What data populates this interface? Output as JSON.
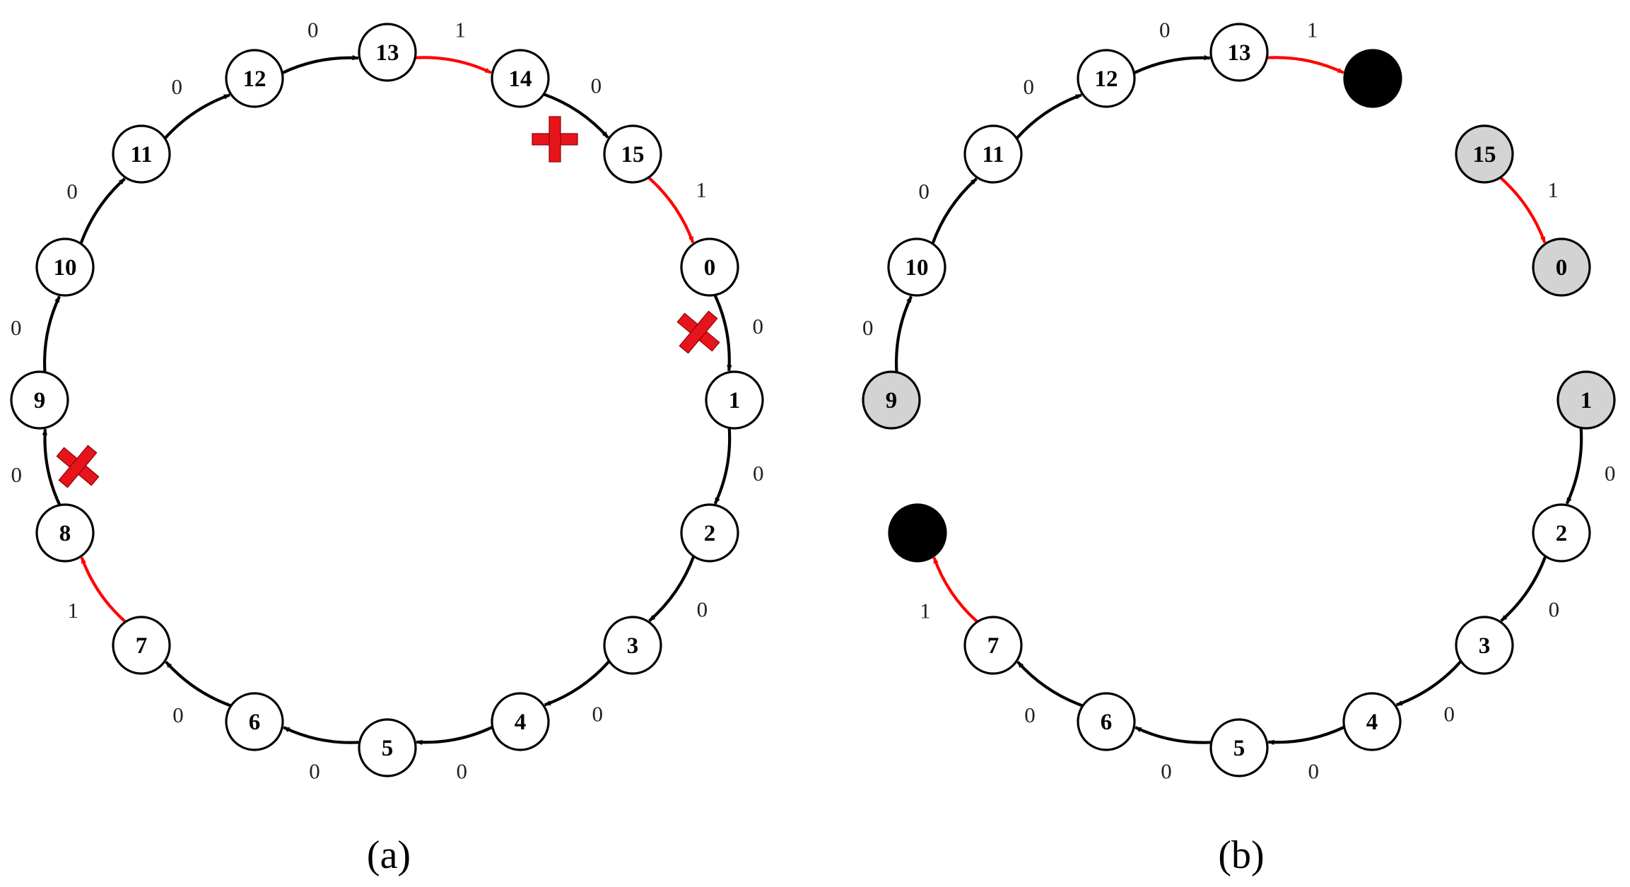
{
  "colors": {
    "black": "#000000",
    "red": "#ff0000",
    "white": "#ffffff",
    "grey": "#d3d3d3",
    "mark_red": "#e8141c"
  },
  "panel_a": {
    "caption": "(a)",
    "nodes": [
      {
        "label": "0"
      },
      {
        "label": "1"
      },
      {
        "label": "2"
      },
      {
        "label": "3"
      },
      {
        "label": "4"
      },
      {
        "label": "5"
      },
      {
        "label": "6"
      },
      {
        "label": "7"
      },
      {
        "label": "8"
      },
      {
        "label": "9"
      },
      {
        "label": "10"
      },
      {
        "label": "11"
      },
      {
        "label": "12"
      },
      {
        "label": "13"
      },
      {
        "label": "14"
      },
      {
        "label": "15"
      }
    ],
    "edges": [
      {
        "from": "0",
        "to": "1",
        "label": "0",
        "color": "black"
      },
      {
        "from": "1",
        "to": "2",
        "label": "0",
        "color": "black"
      },
      {
        "from": "2",
        "to": "3",
        "label": "0",
        "color": "black"
      },
      {
        "from": "3",
        "to": "4",
        "label": "0",
        "color": "black"
      },
      {
        "from": "4",
        "to": "5",
        "label": "0",
        "color": "black"
      },
      {
        "from": "5",
        "to": "6",
        "label": "0",
        "color": "black"
      },
      {
        "from": "6",
        "to": "7",
        "label": "0",
        "color": "black"
      },
      {
        "from": "7",
        "to": "8",
        "label": "1",
        "color": "red"
      },
      {
        "from": "8",
        "to": "9",
        "label": "0",
        "color": "black"
      },
      {
        "from": "9",
        "to": "10",
        "label": "0",
        "color": "black"
      },
      {
        "from": "10",
        "to": "11",
        "label": "0",
        "color": "black"
      },
      {
        "from": "11",
        "to": "12",
        "label": "0",
        "color": "black"
      },
      {
        "from": "12",
        "to": "13",
        "label": "0",
        "color": "black"
      },
      {
        "from": "13",
        "to": "14",
        "label": "1",
        "color": "red"
      },
      {
        "from": "14",
        "to": "15",
        "label": "0",
        "color": "black"
      },
      {
        "from": "15",
        "to": "0",
        "label": "1",
        "color": "red"
      }
    ],
    "marks": [
      {
        "type": "cross",
        "on_edge": "0-1"
      },
      {
        "type": "cross",
        "on_edge": "8-9"
      },
      {
        "type": "plus",
        "on_edge": "14-15"
      }
    ]
  },
  "panel_b": {
    "caption": "(b)",
    "nodes": [
      {
        "label": "0",
        "fill": "grey"
      },
      {
        "label": "1",
        "fill": "grey"
      },
      {
        "label": "2",
        "fill": "white"
      },
      {
        "label": "3",
        "fill": "white"
      },
      {
        "label": "4",
        "fill": "white"
      },
      {
        "label": "5",
        "fill": "white"
      },
      {
        "label": "6",
        "fill": "white"
      },
      {
        "label": "7",
        "fill": "white"
      },
      {
        "label": "",
        "fill": "black"
      },
      {
        "label": "9",
        "fill": "grey"
      },
      {
        "label": "10",
        "fill": "white"
      },
      {
        "label": "11",
        "fill": "white"
      },
      {
        "label": "12",
        "fill": "white"
      },
      {
        "label": "13",
        "fill": "white"
      },
      {
        "label": "",
        "fill": "black"
      },
      {
        "label": "15",
        "fill": "grey"
      }
    ],
    "edges": [
      {
        "from": "1",
        "to": "2",
        "label": "0",
        "color": "black"
      },
      {
        "from": "2",
        "to": "3",
        "label": "0",
        "color": "black"
      },
      {
        "from": "3",
        "to": "4",
        "label": "0",
        "color": "black"
      },
      {
        "from": "4",
        "to": "5",
        "label": "0",
        "color": "black"
      },
      {
        "from": "5",
        "to": "6",
        "label": "0",
        "color": "black"
      },
      {
        "from": "6",
        "to": "7",
        "label": "0",
        "color": "black"
      },
      {
        "from": "7",
        "to": "8",
        "label": "1",
        "color": "red"
      },
      {
        "from": "9",
        "to": "10",
        "label": "0",
        "color": "black"
      },
      {
        "from": "10",
        "to": "11",
        "label": "0",
        "color": "black"
      },
      {
        "from": "11",
        "to": "12",
        "label": "0",
        "color": "black"
      },
      {
        "from": "12",
        "to": "13",
        "label": "0",
        "color": "black"
      },
      {
        "from": "13",
        "to": "14",
        "label": "1",
        "color": "red"
      },
      {
        "from": "15",
        "to": "0",
        "label": "1",
        "color": "red"
      }
    ]
  }
}
